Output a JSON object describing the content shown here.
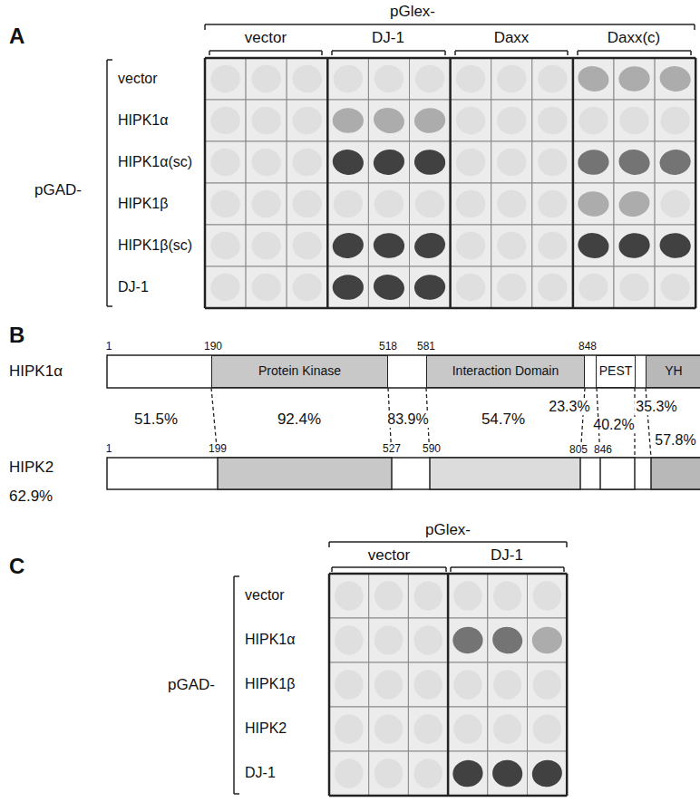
{
  "diagram": {
    "nodes": [
      {
        "text": [
          "Protein Kinase"
        ]
      },
      {
        "text": [
          "Interaction Domain"
        ]
      },
      {
        "text": [
          "PEST"
        ]
      },
      {
        "text": [
          "YH"
        ]
      }
    ],
    "labels": [
      "A",
      "pGlex-",
      "vector",
      "DJ-1",
      "Daxx",
      "Daxx(c)",
      "pGAD-",
      "vector",
      "HIPK1α",
      "HIPK1α(sc)",
      "HIPK1β",
      "HIPK1β(sc)",
      "DJ-1",
      "B",
      "1",
      "190",
      "518",
      "581",
      "848",
      "HIPK1α",
      "51.5%",
      "92.4%",
      "83.9%",
      "54.7%",
      "23.3%",
      "35.3%",
      "40.2%",
      "57.8%",
      "1",
      "199",
      "527",
      "590",
      "805",
      "846",
      "HIPK2",
      "62.9%",
      "C",
      "pGlex-",
      "vector",
      "DJ-1",
      "pGAD-",
      "vector",
      "HIPK1α",
      "HIPK1β",
      "HIPK2",
      "DJ-1"
    ]
  }
}
